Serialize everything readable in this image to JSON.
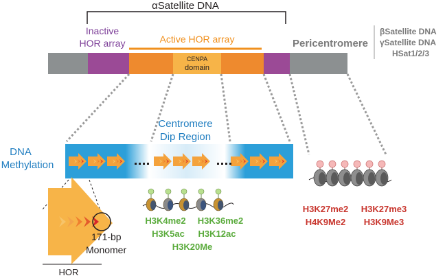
{
  "labels": {
    "alpha_satellite": "αSatellite DNA",
    "inactive_hor_1": "Inactive",
    "inactive_hor_2": "HOR array",
    "active_hor": "Active HOR array",
    "cenpa_1": "CENPA",
    "cenpa_2": "domain",
    "pericentromere": "Pericentromere",
    "beta_sat": "βSatellite DNA",
    "gamma_sat": "γSatellite DNA",
    "hsat": "HSat1/2/3",
    "cdr_1": "Centromere",
    "cdr_2": "Dip Region",
    "dna_meth_1": "DNA",
    "dna_meth_2": "Methylation",
    "monomer_1": "171-bp",
    "monomer_2": "Monomer",
    "hor": "HOR"
  },
  "active_marks": [
    "H3K4me2",
    "H3K36me2",
    "H3K5ac",
    "H3K12ac",
    "H3K20Me"
  ],
  "repressive_marks": [
    "H3K27me2",
    "H3K27me3",
    "H4K9Me2",
    "H3K9Me3"
  ],
  "colors": {
    "gray_bar": "#8c9091",
    "inactive_purple": "#9b4a96",
    "active_orange": "#ee8a2e",
    "cenpa_light": "#f7b448",
    "label_purple": "#7d3f98",
    "label_orange": "#f0901e",
    "label_blue": "#1f7dc0",
    "label_green": "#5aab3c",
    "label_red": "#c8352d",
    "label_gray": "#7a7a7a",
    "methyl_blue": "#2c9fd9"
  }
}
